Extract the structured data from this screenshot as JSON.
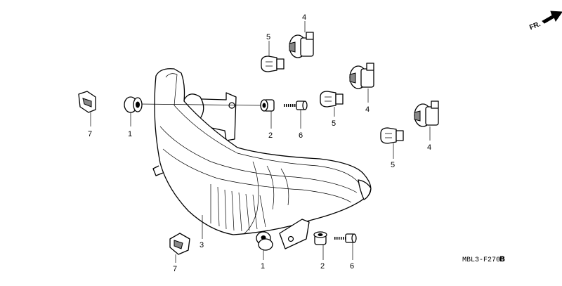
{
  "diagram": {
    "direction_label": "FR.",
    "figure_code": "MBL3-F2700",
    "figure_suffix": "B",
    "callouts": {
      "c1a": "1",
      "c1b": "1",
      "c2a": "2",
      "c2b": "2",
      "c3": "3",
      "c4a": "4",
      "c4b": "4",
      "c4c": "4",
      "c5a": "5",
      "c5b": "5",
      "c5c": "5",
      "c6a": "6",
      "c6b": "6",
      "c7a": "7",
      "c7b": "7"
    }
  }
}
